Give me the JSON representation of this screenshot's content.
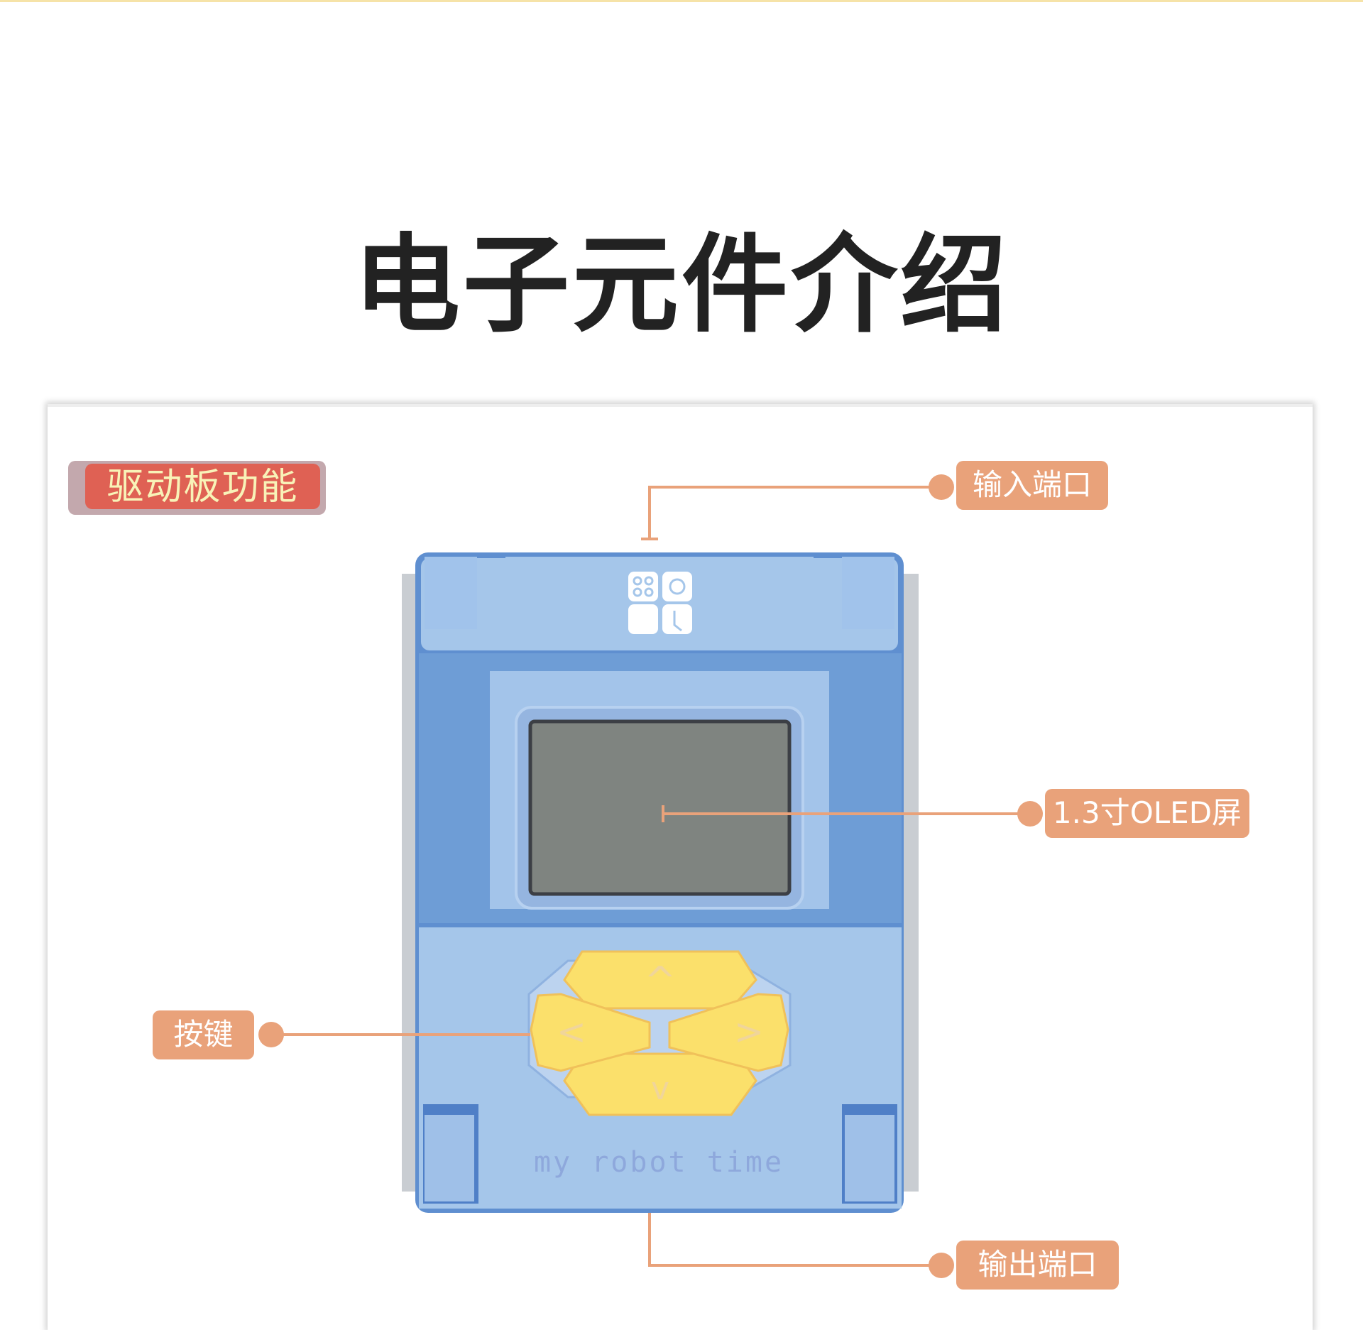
{
  "title": "电子元件介绍",
  "section_label": "驱动板功能",
  "callouts": {
    "input_port": "输入端口",
    "screen": "1.3寸OLED屏",
    "buttons": "按键",
    "output_port": "输出端口"
  },
  "device": {
    "brand_text": "my robot time",
    "button_glyphs": {
      "up": "^",
      "down": "v",
      "left": "<",
      "right": ">"
    }
  },
  "colors": {
    "accent": "#e9a27a",
    "label_red": "#df6154",
    "device_blue": "#a5c6ea",
    "button_yellow": "#fbe06b",
    "screen_gray": "#7f8480"
  }
}
